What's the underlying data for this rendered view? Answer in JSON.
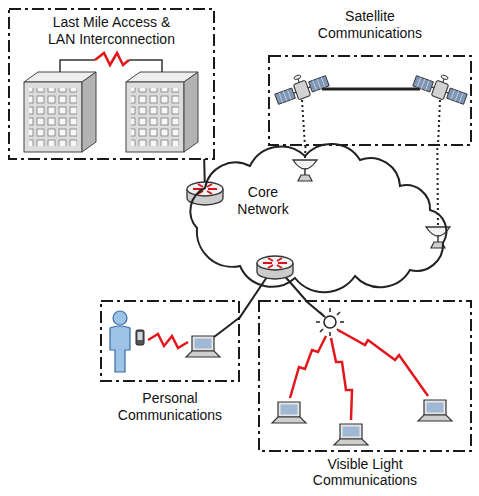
{
  "diagram": {
    "nodes": [
      {
        "text": [
          "Last Mile Access & LAN Interconnection"
        ]
      },
      {
        "text": [
          "Satellite Communications"
        ]
      },
      {
        "text": [
          "Core Network"
        ]
      },
      {
        "text": [
          "Personal Communications"
        ]
      },
      {
        "text": [
          "Visible Light Communications"
        ]
      }
    ],
    "edges": [
      {
        "from": 2,
        "to": 0,
        "arrow": "none"
      },
      {
        "from": 2,
        "to": 1,
        "arrow": "none"
      },
      {
        "from": 2,
        "to": 1,
        "arrow": "none"
      },
      {
        "from": 2,
        "to": 3,
        "arrow": "none"
      },
      {
        "from": 2,
        "to": 4,
        "arrow": "none"
      }
    ]
  }
}
